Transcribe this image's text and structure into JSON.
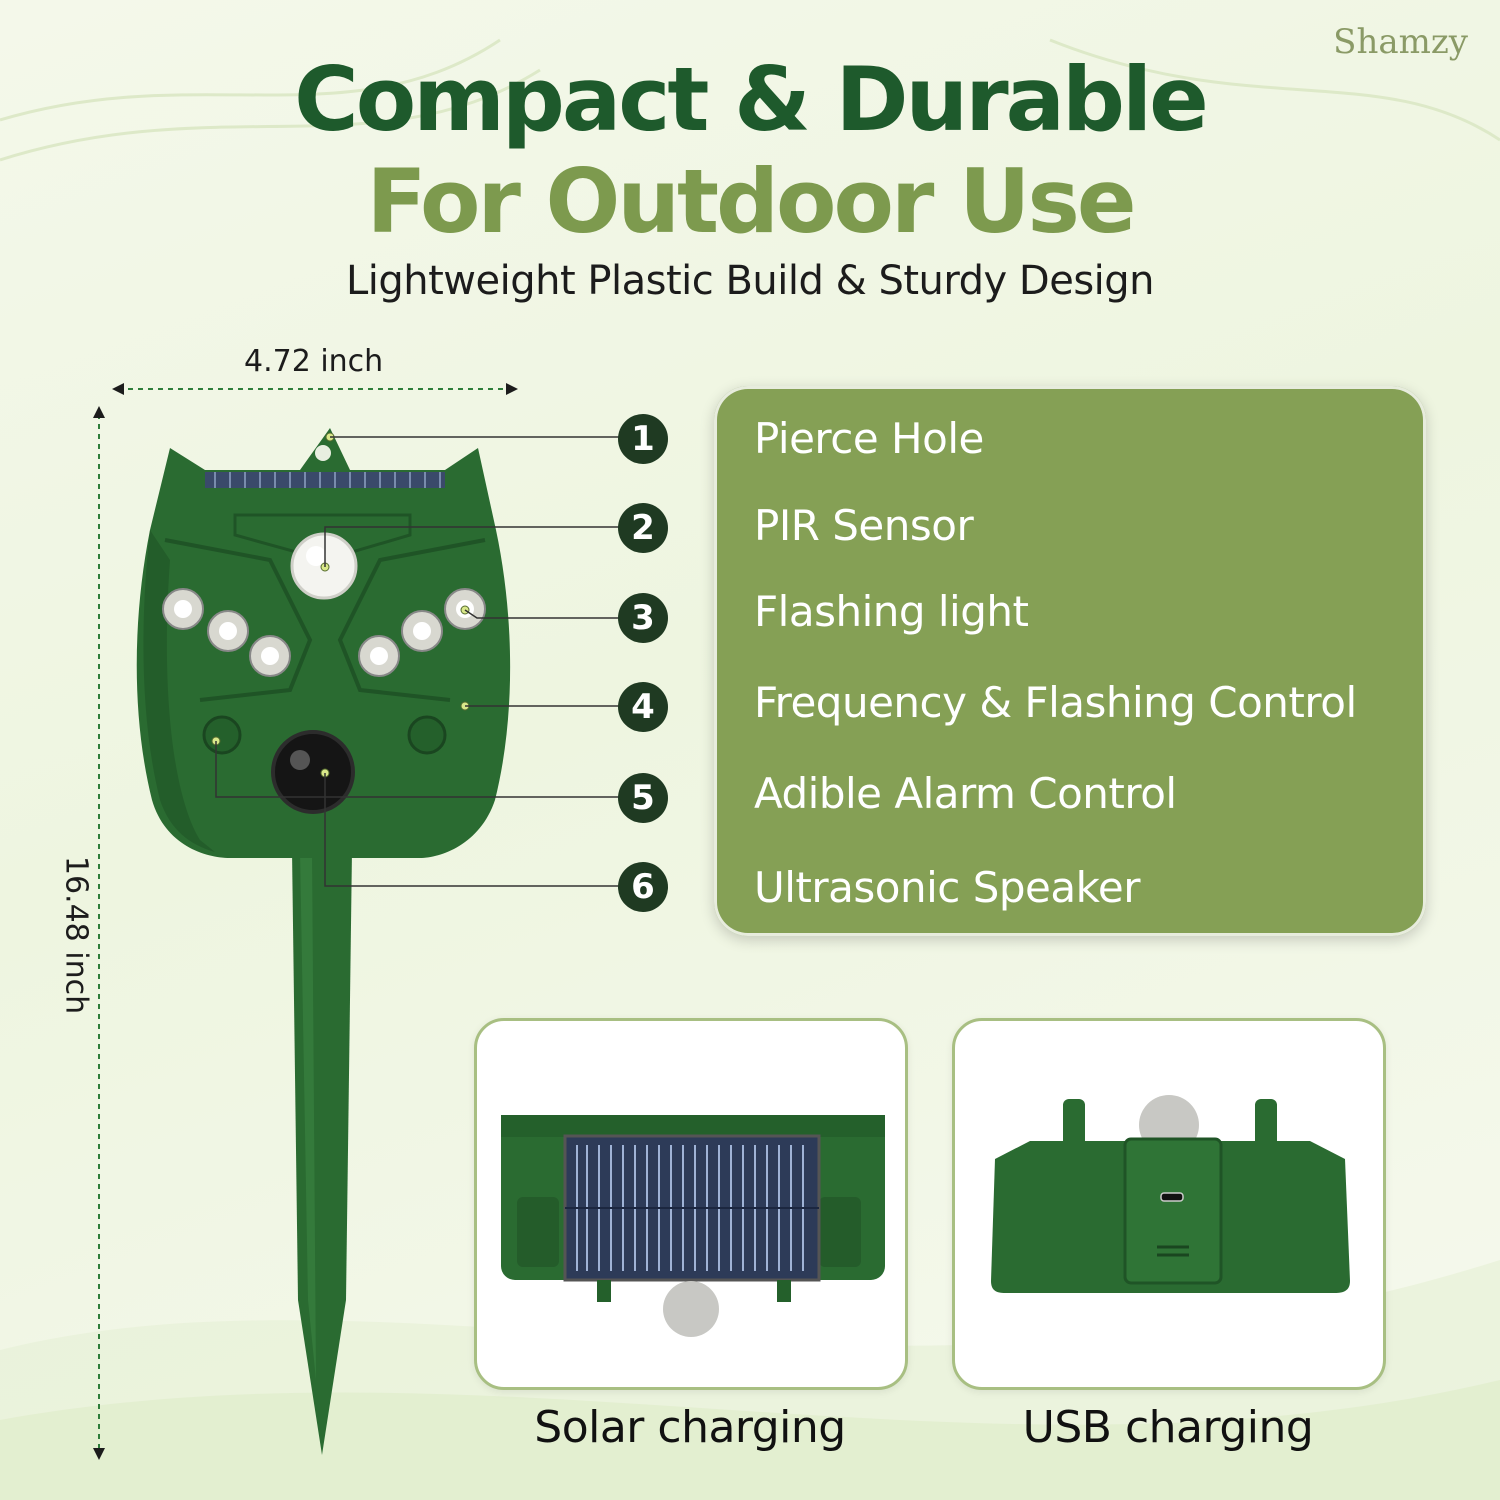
{
  "brand": "Shamzy",
  "header": {
    "title_line1": "Compact & Durable",
    "title_line2": "For Outdoor Use",
    "subtitle": "Lightweight Plastic Build & Sturdy Design"
  },
  "dimensions": {
    "width": "4.72 inch",
    "height": "16.48 inch"
  },
  "callouts": [
    "1",
    "2",
    "3",
    "4",
    "5",
    "6"
  ],
  "features": [
    "Pierce Hole",
    "PIR Sensor",
    "Flashing light",
    "Frequency & Flashing Control",
    "Adible Alarm Control",
    "Ultrasonic Speaker"
  ],
  "charging": [
    {
      "label": "Solar charging",
      "icon": "solar-panel-icon"
    },
    {
      "label": "USB charging",
      "icon": "usb-port-icon"
    }
  ],
  "colors": {
    "dark_green": "#1e5a2c",
    "olive": "#85a055",
    "device_green": "#2a6b31"
  }
}
